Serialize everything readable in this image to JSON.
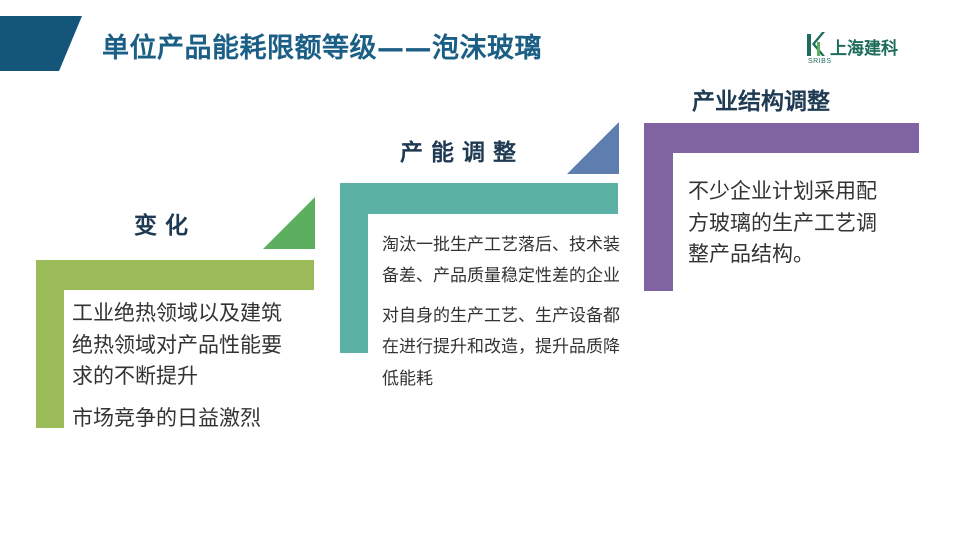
{
  "title": "单位产品能耗限额等级——泡沫玻璃",
  "logo": {
    "name": "上海建科",
    "sub": "SRIBS"
  },
  "colors": {
    "banner": "#14567A",
    "green": "#9BBB59",
    "green_tri": "#5BAF5F",
    "teal": "#5BB1A4",
    "blue_tri": "#5E7EB0",
    "purple": "#8064A2"
  },
  "block1": {
    "heading": "变  化",
    "paragraphs": [
      "工业绝热领域以及建筑绝热领域对产品性能要求的不断提升",
      "市场竞争的日益激烈"
    ]
  },
  "block2": {
    "heading": "产 能 调 整",
    "paragraphs": [
      "淘汰一批生产工艺落后、技术装备差、产品质量稳定性差的企业",
      "对自身的生产工艺、生产设备都在进行提升和改造，提升品质降低能耗"
    ]
  },
  "block3": {
    "heading": "产业结构调整",
    "paragraphs": [
      "不少企业计划采用配方玻璃的生产工艺调整产品结构。"
    ]
  }
}
